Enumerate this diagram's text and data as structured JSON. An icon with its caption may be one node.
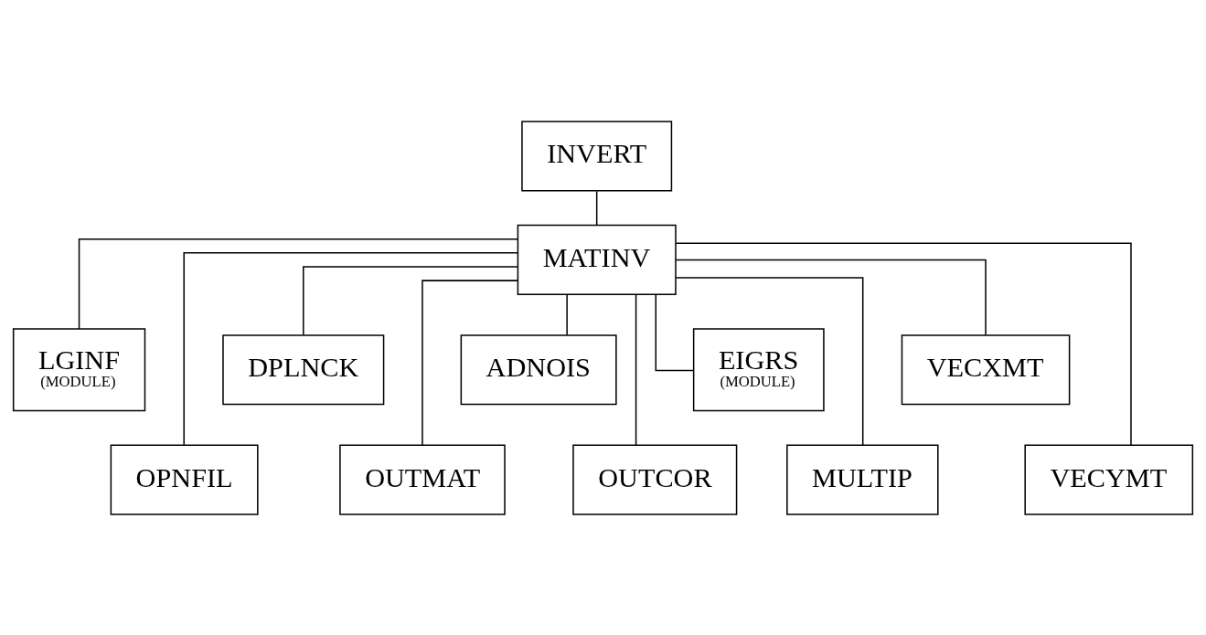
{
  "diagram": {
    "nodes": [
      {
        "text": [
          "INVERT"
        ]
      },
      {
        "text": [
          "MATINV"
        ]
      },
      {
        "text": [
          "LGINF",
          "(MODULE)"
        ]
      },
      {
        "text": [
          "OPNFIL"
        ]
      },
      {
        "text": [
          "DPLNCK"
        ]
      },
      {
        "text": [
          "OUTMAT"
        ]
      },
      {
        "text": [
          "ADNOIS"
        ]
      },
      {
        "text": [
          "OUTCOR"
        ]
      },
      {
        "text": [
          "EIGRS",
          "(MODULE)"
        ]
      },
      {
        "text": [
          "MULTIP"
        ]
      },
      {
        "text": [
          "VECXMT"
        ]
      },
      {
        "text": [
          "VECYMT"
        ]
      }
    ],
    "edges": [
      {
        "from": 0,
        "to": 1,
        "arrow": "none"
      },
      {
        "from": 1,
        "to": 2,
        "arrow": "none"
      },
      {
        "from": 1,
        "to": 3,
        "arrow": "none"
      },
      {
        "from": 1,
        "to": 4,
        "arrow": "none"
      },
      {
        "from": 1,
        "to": 5,
        "arrow": "none"
      },
      {
        "from": 1,
        "to": 6,
        "arrow": "none"
      },
      {
        "from": 1,
        "to": 7,
        "arrow": "none"
      },
      {
        "from": 1,
        "to": 8,
        "arrow": "none"
      },
      {
        "from": 1,
        "to": 9,
        "arrow": "none"
      },
      {
        "from": 1,
        "to": 10,
        "arrow": "none"
      },
      {
        "from": 1,
        "to": 11,
        "arrow": "none"
      }
    ]
  }
}
